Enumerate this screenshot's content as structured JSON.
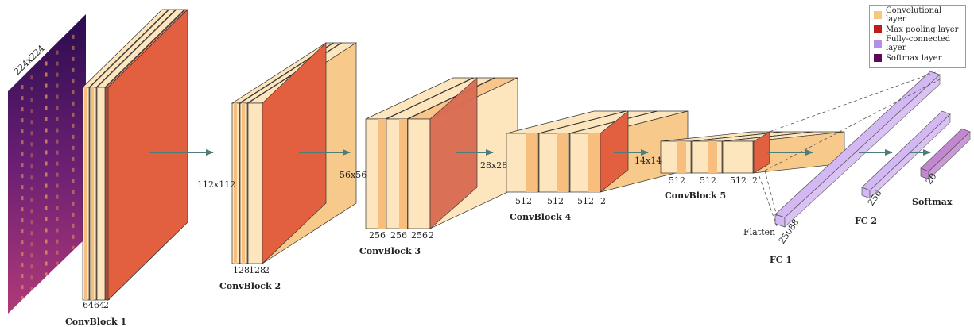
{
  "input": {
    "size_label": "224x224"
  },
  "resolutions": {
    "r112": "112x112",
    "r56": "56x56",
    "r28": "28x28",
    "r14": "14x14"
  },
  "blocks": {
    "b1": {
      "name": "ConvBlock 1",
      "channels": [
        "64",
        "64",
        "2"
      ]
    },
    "b2": {
      "name": "ConvBlock 2",
      "channels": [
        "128",
        "128",
        "2"
      ]
    },
    "b3": {
      "name": "ConvBlock 3",
      "channels": [
        "256",
        "256",
        "256",
        "2"
      ]
    },
    "b4": {
      "name": "ConvBlock 4",
      "channels": [
        "512",
        "512",
        "512",
        "2"
      ]
    },
    "b5": {
      "name": "ConvBlock 5",
      "channels": [
        "512",
        "512",
        "512",
        "2"
      ]
    }
  },
  "fc": {
    "fc1": {
      "name": "FC 1",
      "units": "25088",
      "flatten": "Flatten"
    },
    "fc2": {
      "name": "FC 2",
      "units": "256"
    },
    "softmax": {
      "name": "Softmax",
      "units": "20"
    }
  },
  "legend": [
    {
      "label": "Convolutional layer",
      "color": "#f6c77f"
    },
    {
      "label": "Max pooling layer",
      "color": "#c01a1a"
    },
    {
      "label": "Fully-connected layer",
      "color": "#b48ee8"
    },
    {
      "label": "Softmax layer",
      "color": "#5c0a5a"
    }
  ],
  "colors": {
    "conv_front": "#fde6be",
    "conv_band": "#f7be7e",
    "pool_front": "#e2603f",
    "fc": "#d4b8f3",
    "softmax": "#c387d2",
    "arrow": "#4d7c79"
  }
}
